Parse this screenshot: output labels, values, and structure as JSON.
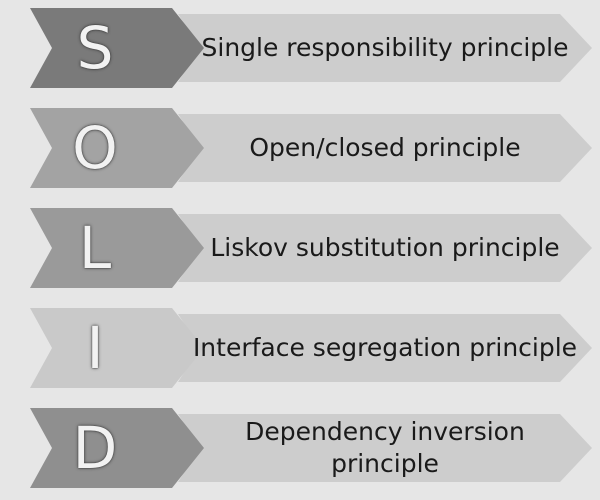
{
  "rows": [
    {
      "letter": "S",
      "label": "Single responsibility principle"
    },
    {
      "letter": "O",
      "label": "Open/closed principle"
    },
    {
      "letter": "L",
      "label": "Liskov substitution principle"
    },
    {
      "letter": "I",
      "label": "Interface segregation principle"
    },
    {
      "letter": "D",
      "label": "Dependency inversion principle"
    }
  ],
  "colors": {
    "background": "#e6e6e6",
    "letter_arrows": [
      "#7a7a7a",
      "#a3a3a3",
      "#9a9a9a",
      "#c9c9c9",
      "#8f8f8f"
    ],
    "label_arrow": "#cdcdcd",
    "letter_text": "#f2f2f2",
    "label_text": "#1a1a1a"
  }
}
